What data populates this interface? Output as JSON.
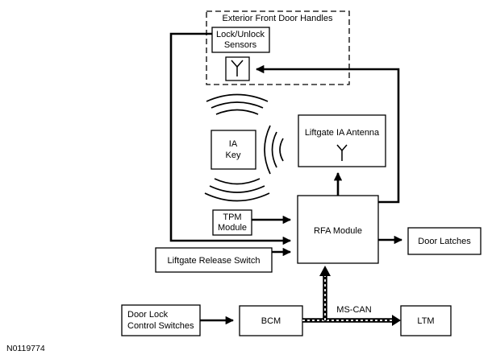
{
  "figure_id": "N0119774",
  "colors": {
    "line": "#000000",
    "background": "#ffffff",
    "bus_dash": "#ffffff"
  },
  "nodes": {
    "exterior_handles": {
      "label": "Exterior Front Door Handles"
    },
    "sensors": {
      "line1": "Lock/Unlock",
      "line2": "Sensors"
    },
    "ia_key": {
      "line1": "IA",
      "line2": "Key"
    },
    "liftgate_antenna": {
      "label": "Liftgate IA Antenna"
    },
    "tpm": {
      "line1": "TPM",
      "line2": "Module"
    },
    "rfa": {
      "label": "RFA Module"
    },
    "door_latches": {
      "label": "Door Latches"
    },
    "liftgate_switch": {
      "label": "Liftgate Release Switch"
    },
    "door_lock_switches": {
      "line1": "Door Lock",
      "line2": "Control Switches"
    },
    "bcm": {
      "label": "BCM"
    },
    "ltm": {
      "label": "LTM"
    }
  },
  "bus": {
    "label": "MS-CAN"
  },
  "icons": [
    "antenna-icon",
    "antenna-icon",
    "radio-wave-icon"
  ]
}
